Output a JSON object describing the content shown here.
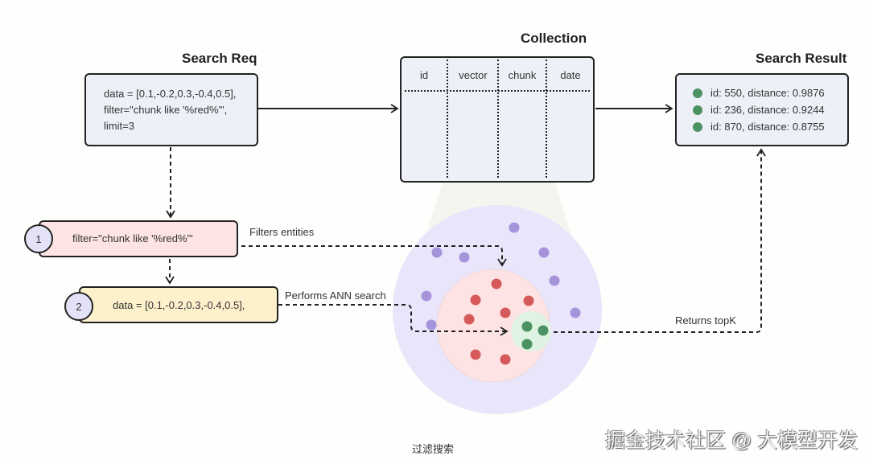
{
  "search_req": {
    "title": "Search Req",
    "lines": [
      "data = [0.1,-0.2,0.3,-0.4,0.5],",
      "filter=\"chunk like '%red%'\",",
      "limit=3"
    ]
  },
  "collection": {
    "title": "Collection",
    "columns": [
      "id",
      "vector",
      "chunk",
      "date"
    ]
  },
  "search_result": {
    "title": "Search Result",
    "results": [
      {
        "text": "id: 550, distance: 0.9876"
      },
      {
        "text": "id: 236, distance: 0.9244"
      },
      {
        "text": "id: 870, distance: 0.8755"
      }
    ],
    "dot_color": "#4a9262"
  },
  "steps": [
    {
      "number": "1",
      "text": "filter=\"chunk like '%red%'\"",
      "color": "#fde3e3"
    },
    {
      "number": "2",
      "text": "data = [0.1,-0.2,0.3,-0.4,0.5],",
      "color": "#fdf1cc"
    }
  ],
  "annotations": {
    "filters": "Filters entities",
    "ann": "Performs ANN search",
    "returns": "Returns topK"
  },
  "clusters": {
    "all_color": "#e9e5fb",
    "filtered_color": "#fde3e3",
    "topk_color": "#dff3e3",
    "all_dot_color": "#a694db",
    "filtered_dot_color": "#d65a5a",
    "topk_dot_color": "#4a9262"
  },
  "caption": "过滤搜索",
  "watermark": "掘金技术社区 @ 大模型开发"
}
